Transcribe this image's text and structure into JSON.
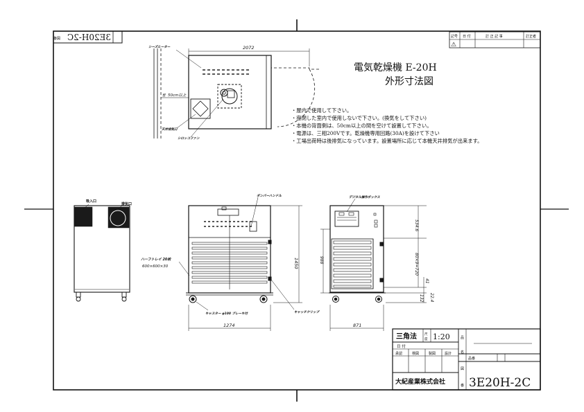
{
  "drawing": {
    "title_line1": "電気乾燥機 E-20H",
    "title_line2": "外形寸法図",
    "notes": [
      "・屋内で使用して下さい。",
      "・密閉した室内で使用しないで下さい。(換気をして下さい)",
      "・本機の背面側は、50cm以上の間を空けて設置して下さい。",
      "・電源は、三相200Vです。乾燥機専用回路(30A)を設けて下さい",
      "・工場出荷時は後排気になっています。設置場所に応じて本機天井排気が出来ます。"
    ],
    "mirror_tag": {
      "number": "3E20H-2C",
      "label": "図番"
    }
  },
  "revision_table": {
    "headers": [
      "記号",
      "日 付",
      "訂 正 記 事",
      "訂正者"
    ],
    "mark": "⚠"
  },
  "top_view": {
    "width_dim": "2072",
    "heater_label": "シーズヒーター",
    "clearance_label": "50cm以上",
    "clearance_prefix": "壁",
    "roof_exhaust_label": "天井排気口",
    "fan_label": "シロッコファン"
  },
  "side_view": {
    "intake_label": "吸入口",
    "exhaust_label": "排気口",
    "tray_label": "ハーフトレイ 20枚",
    "tray_size": "600×600×30"
  },
  "front_view": {
    "damper_label": "ダンパーハンドル",
    "height_dim": "1450",
    "width_dim": "1274",
    "caster_label": "キャスター φ100 ブレーキ付",
    "clip_label": "キャッチクリップ"
  },
  "right_view": {
    "control_label": "デジタル操作ボックス",
    "dim_top": "534.6",
    "dim_inner": "988",
    "dim_tray": "80×9=720",
    "dim_41": "41",
    "dim_224": "22.4",
    "dim_132": "132",
    "width_dim": "871"
  },
  "title_block": {
    "projection": "三角法",
    "scale_label": "尺度",
    "scale": "1:20",
    "date_label": "日 付",
    "approvals": [
      "承認",
      "検図",
      "製図",
      "設計"
    ],
    "item_label": "品",
    "name_label": "名",
    "code_label": "品番",
    "drawing_label": "図",
    "number_label": "番",
    "company": "大紀産業株式会社",
    "drawing_number": "3E20H-2C"
  },
  "colors": {
    "line": "#111111",
    "dark_fill": "#1a1a1a",
    "background": "#ffffff"
  }
}
